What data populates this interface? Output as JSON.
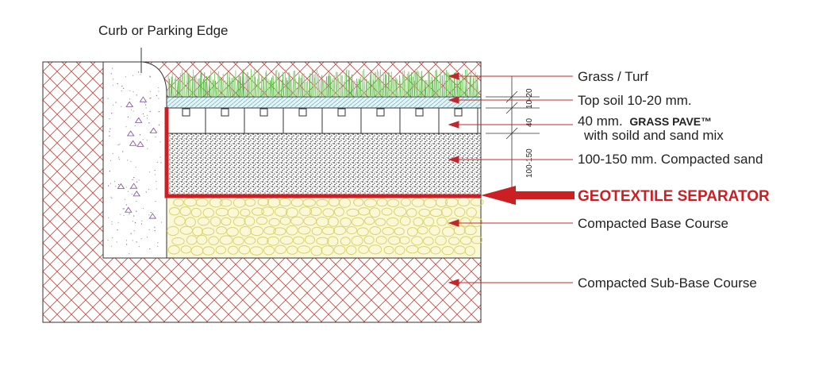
{
  "diagram": {
    "labels": {
      "curb": "Curb or Parking Edge",
      "grass": "Grass / Turf",
      "topsoil": "Top soil 10-20 mm.",
      "paver_prefix": "40 mm.",
      "paver_brand": "GRASS PAVE™",
      "paver_line2": "with soild and sand mix",
      "sand": "100-150 mm. Compacted sand",
      "geotextile": "GEOTEXTILE SEPARATOR",
      "base": "Compacted Base Course",
      "subbase": "Compacted Sub-Base Course"
    },
    "dimensions": {
      "topsoil": "10-20",
      "paver": "40",
      "sand": "100-150"
    },
    "colors": {
      "geotextile": "#cc1f24",
      "leader_arrow": "#c0282d",
      "hatch": "#c4504a",
      "grass": "#5cb84a",
      "topsoil": "#6fb8c8",
      "base_stones": "#d9d36a",
      "base_fill": "#fbf8d8",
      "curb_dots": "#7a4a9a"
    },
    "icons": [
      "arrow-left-icon"
    ]
  }
}
